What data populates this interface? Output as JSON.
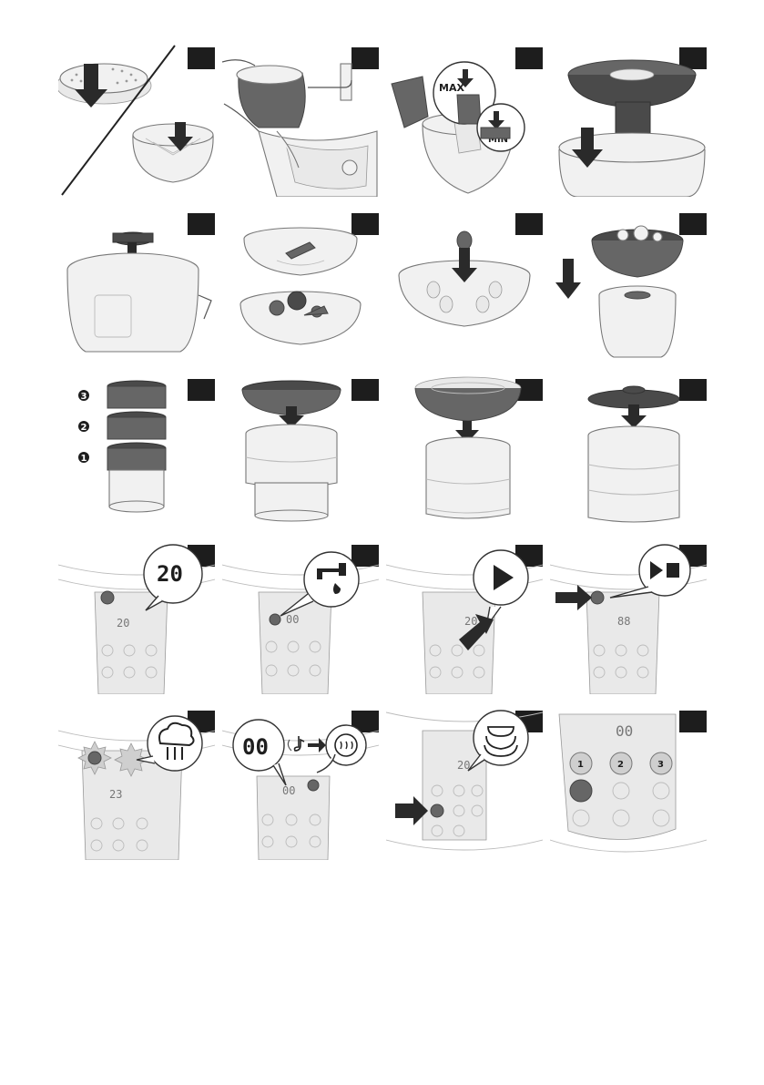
{
  "page": {
    "title": "",
    "step_labels": [
      "",
      "",
      "",
      "",
      "",
      "",
      "",
      "",
      "",
      "",
      "",
      "",
      "",
      "",
      "",
      "",
      "",
      "",
      "",
      ""
    ]
  },
  "panels": [
    {
      "id": 1,
      "icon": "steam-basket-insert-icon"
    },
    {
      "id": 2,
      "icon": "fill-water-tank-icon"
    },
    {
      "id": 3,
      "icon": "water-level-max-min-icon",
      "labels": {
        "max": "MAX",
        "min": "MIN"
      }
    },
    {
      "id": 4,
      "icon": "place-collector-icon"
    },
    {
      "id": 5,
      "icon": "place-lid-insert-icon"
    },
    {
      "id": 6,
      "icon": "put-food-in-basket-icon"
    },
    {
      "id": 7,
      "icon": "egg-holder-icon"
    },
    {
      "id": 8,
      "icon": "place-basket-on-base-icon"
    },
    {
      "id": 9,
      "icon": "stack-baskets-icon",
      "numbers": [
        "3",
        "2",
        "1"
      ]
    },
    {
      "id": 10,
      "icon": "stack-bowl-icon"
    },
    {
      "id": 11,
      "icon": "stack-rice-bowl-icon"
    },
    {
      "id": 12,
      "icon": "place-lid-icon"
    },
    {
      "id": 13,
      "icon": "control-panel-time-icon",
      "display": "20",
      "panel_display": "20"
    },
    {
      "id": 14,
      "icon": "water-warning-icon",
      "panel_display": "00"
    },
    {
      "id": 15,
      "icon": "start-button-icon",
      "panel_display": "20"
    },
    {
      "id": 16,
      "icon": "start-stop-button-icon",
      "panel_display": "88"
    },
    {
      "id": 17,
      "icon": "steaming-icon",
      "panel_display": "23"
    },
    {
      "id": 18,
      "icon": "keep-warm-icon",
      "display": "00",
      "panel_display": "00"
    },
    {
      "id": 19,
      "icon": "basket-select-icon",
      "panel_display": "20"
    },
    {
      "id": 20,
      "icon": "basket-level-buttons-icon",
      "panel_display": "00",
      "numbers": [
        "1",
        "2",
        "3"
      ]
    }
  ],
  "colors": {
    "ink": "#222222",
    "step_box": "#1d1d1d",
    "mid_gray": "#666666",
    "light_gray": "#e9e9e9"
  }
}
